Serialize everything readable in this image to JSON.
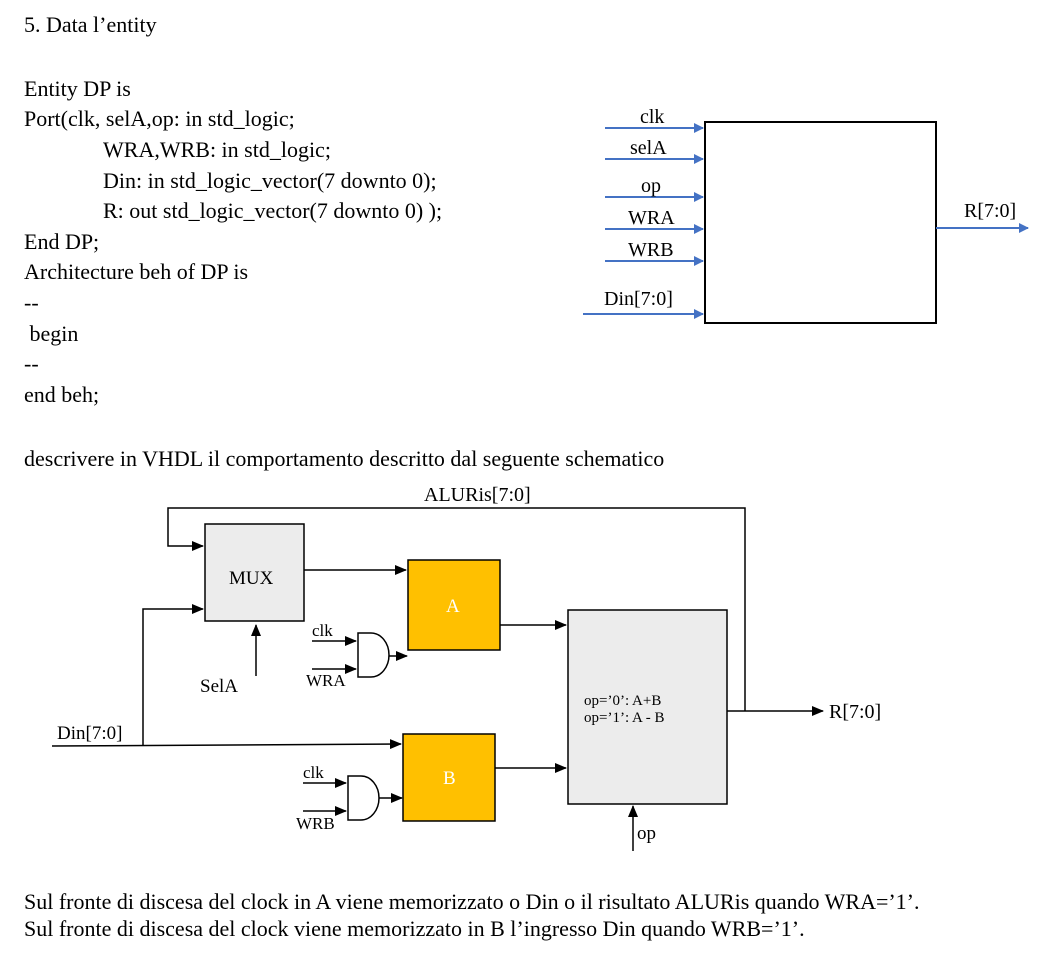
{
  "heading": "5. Data l’entity",
  "code_lines": [
    "Entity DP is",
    "Port(clk, selA,op: in std_logic;",
    "WRA,WRB: in std_logic;",
    "Din: in std_logic_vector(7 downto 0);",
    "R: out std_logic_vector(7 downto 0) );",
    "End DP;",
    "Architecture beh of DP is",
    "--",
    " begin",
    "--",
    "end beh;"
  ],
  "entity_block": {
    "inputs": [
      "clk",
      "selA",
      "op",
      "WRA",
      "WRB",
      "Din[7:0]"
    ],
    "output": "R[7:0]"
  },
  "instruction": "descrivere in VHDL il comportamento descritto dal seguente schematico",
  "schematic": {
    "feedback_label": "ALURis[7:0]",
    "mux_label": "MUX",
    "sela_label": "SelA",
    "reg_a_label": "A",
    "reg_b_label": "B",
    "clk_label": "clk",
    "wra_label": "WRA",
    "wrb_label": "WRB",
    "din_label": "Din[7:0]",
    "alu_line1": "op=’0’:  A+B",
    "alu_line2": "op=’1’:  A - B",
    "output_label": "R[7:0]",
    "op_label": "op",
    "colors": {
      "register_fill": "#ffc000",
      "block_fill": "#ececec",
      "wire_blue": "#4472c4"
    }
  },
  "footer_lines": [
    "Sul fronte di discesa del clock in A viene memorizzato o Din o il risultato ALURis quando WRA=’1’.",
    "Sul fronte di discesa del clock viene memorizzato in B l’ingresso Din quando WRB=’1’."
  ]
}
